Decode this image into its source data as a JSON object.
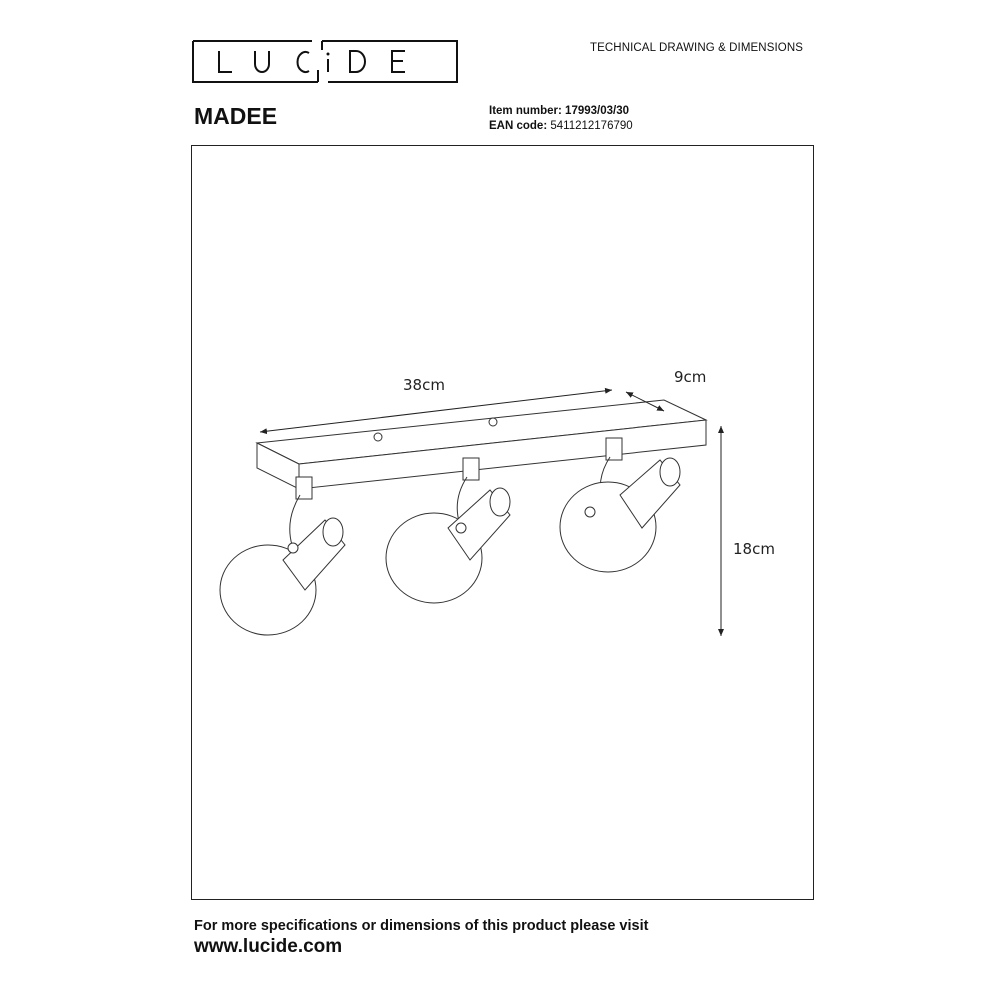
{
  "brand": {
    "logo_text": "LUCIDE"
  },
  "header": {
    "document_type": "TECHNICAL DRAWING & DIMENSIONS"
  },
  "product": {
    "name": "MADEE",
    "item_number_label": "Item number:",
    "item_number": "17993/03/30",
    "ean_label": "EAN code:",
    "ean": "5411212176790"
  },
  "dimensions": {
    "length": "38cm",
    "depth": "9cm",
    "height": "18cm"
  },
  "footer": {
    "note": "For more specifications or dimensions of this product please visit",
    "website": "www.lucide.com"
  }
}
